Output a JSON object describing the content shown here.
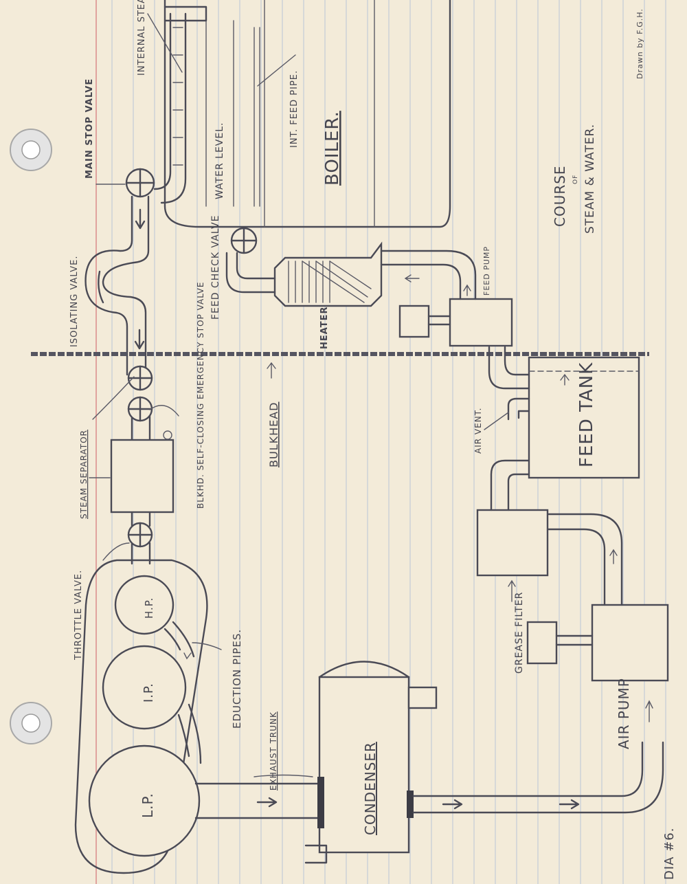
{
  "colors": {
    "paper": "#f3ebd9",
    "rule_lines": "#b9c4d6",
    "margin_line": "#d98b8b",
    "pencil": "#4a4a55"
  },
  "labels": {
    "internal_steam_pipe": "INTERNAL STEAM PIPE",
    "main_stop_valve": "MAIN STOP VALVE",
    "water_level": "WATER LEVEL.",
    "int_feed_pipe": "INT. FEED PIPE.",
    "boiler": "BOILER.",
    "feed_check_valve": "FEED CHECK VALVE",
    "isolating_valve": "ISOLATING VALVE.",
    "heater": "HEATER",
    "feed_pump": "FEED PUMP",
    "bulkhead": "BULKHEAD",
    "steam_separator": "STEAM SEPARATOR",
    "emergency_stop_valve": "BLKHD. SELF-CLOSING EMERGENCY STOP VALVE",
    "air_vent": "AIR VENT.",
    "feed_tank": "FEED TANK",
    "throttle_valve": "THROTTLE VALVE.",
    "hp": "H.P.",
    "ip": "I.P.",
    "lp": "L.P.",
    "eduction_pipes": "EDUCTION PIPES.",
    "grease_filter": "GREASE FILTER",
    "exhaust_trunk": "EXHAUST TRUNK",
    "condenser": "CONDENSER",
    "air_pump": "AIR PUMP"
  },
  "title": {
    "line1": "COURSE",
    "line2": "OF",
    "line3": "STEAM & WATER."
  },
  "signature": "Drawn by F.G.H.",
  "diagram_number": "DIA #6."
}
